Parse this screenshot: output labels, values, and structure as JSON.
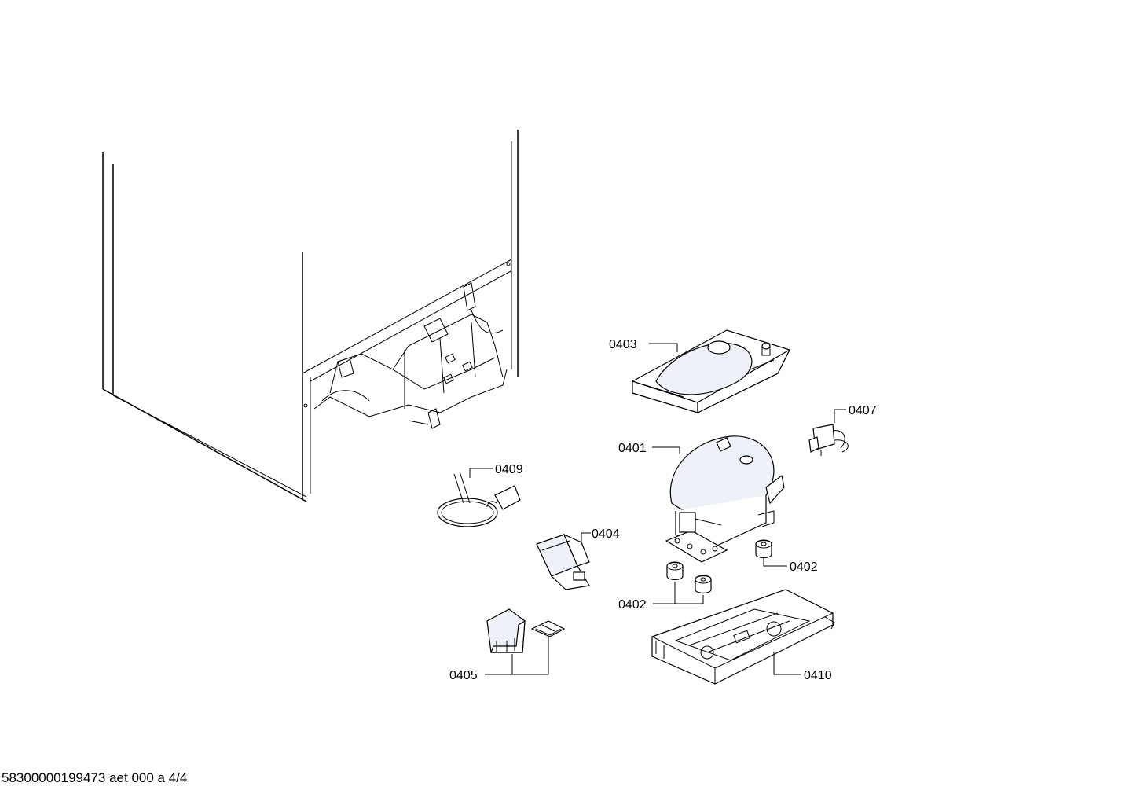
{
  "labels": {
    "compressor": "0401",
    "grommet_right": "0402",
    "grommet_left": "0402",
    "cover": "0403",
    "relay": "0404",
    "clip_cover": "0405",
    "capacitor": "0407",
    "power_cord": "0409",
    "base_plate": "0410"
  },
  "footer": {
    "document_id": "58300000199473 aet 000 a 4/4"
  },
  "colors": {
    "line": "#000000",
    "part_fill": "#eef2f8",
    "background": "#ffffff"
  }
}
